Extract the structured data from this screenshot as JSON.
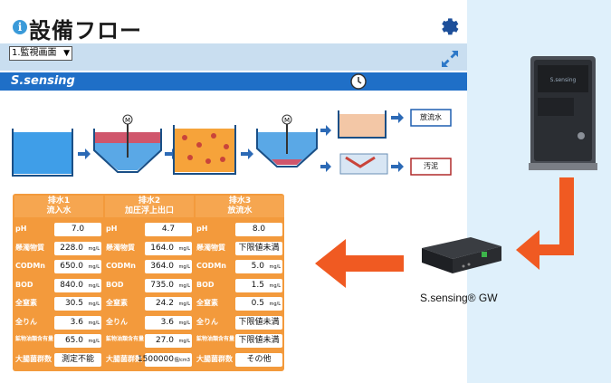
{
  "header": {
    "title": "設備フロー"
  },
  "view_select": {
    "value": "1.監視画面"
  },
  "brand": {
    "logo_text": "S.sensing"
  },
  "flow": {
    "output_clean": "放流水",
    "output_sludge": "汚泥"
  },
  "table": {
    "columns": [
      {
        "line1": "排水1",
        "line2": "流入水"
      },
      {
        "line1": "排水2",
        "line2": "加圧浮上出口"
      },
      {
        "line1": "排水3",
        "line2": "放流水"
      }
    ],
    "rows": [
      {
        "label": "pH",
        "values": [
          "7.0",
          "4.7",
          "8.0"
        ],
        "unit": [
          "",
          "",
          ""
        ]
      },
      {
        "label": "懸濁物質",
        "values": [
          "228.0",
          "164.0",
          "下限値未満"
        ],
        "unit": [
          "mg/L",
          "mg/L",
          ""
        ]
      },
      {
        "label": "CODMn",
        "values": [
          "650.0",
          "364.0",
          "5.0"
        ],
        "unit": [
          "mg/L",
          "mg/L",
          "mg/L"
        ]
      },
      {
        "label": "BOD",
        "values": [
          "840.0",
          "735.0",
          "1.5"
        ],
        "unit": [
          "mg/L",
          "mg/L",
          "mg/L"
        ]
      },
      {
        "label": "全窒素",
        "values": [
          "30.5",
          "24.2",
          "0.5"
        ],
        "unit": [
          "mg/L",
          "mg/L",
          "mg/L"
        ]
      },
      {
        "label": "全りん",
        "values": [
          "3.6",
          "3.6",
          "下限値未満"
        ],
        "unit": [
          "mg/L",
          "mg/L",
          ""
        ]
      },
      {
        "label": "鉱物油類含有量",
        "values": [
          "65.0",
          "27.0",
          "下限値未満"
        ],
        "unit": [
          "mg/L",
          "mg/L",
          ""
        ]
      },
      {
        "label": "大腸菌群数",
        "values": [
          "測定不能",
          "1500000",
          "その他"
        ],
        "unit": [
          "",
          "個/cm3",
          ""
        ]
      }
    ]
  },
  "gateway": {
    "label": "S.sensing® GW"
  },
  "colors": {
    "accent_orange": "#f39a3c",
    "brand_blue": "#1f6fc7",
    "arrow_orange": "#f05a22"
  },
  "icons": [
    "info-icon",
    "gear-icon",
    "expand-icon",
    "clock-icon",
    "motor-icon"
  ]
}
